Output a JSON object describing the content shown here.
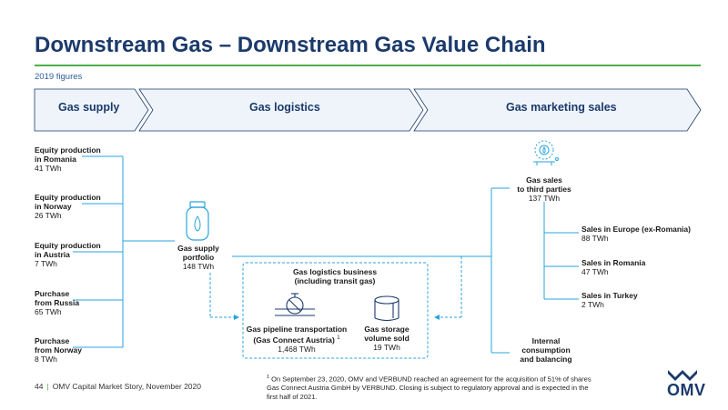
{
  "title": "Downstream Gas – Downstream Gas Value Chain",
  "subtitle": "2019 figures",
  "stages": [
    "Gas supply",
    "Gas logistics",
    "Gas marketing sales"
  ],
  "supply": [
    {
      "label_1": "Equity production",
      "label_2": "in Romania",
      "value": "41 TWh"
    },
    {
      "label_1": "Equity production",
      "label_2": "in Norway",
      "value": "26 TWh"
    },
    {
      "label_1": "Equity production",
      "label_2": "in Austria",
      "value": "7 TWh"
    },
    {
      "label_1": "Purchase",
      "label_2": "from Russia",
      "value": "65 TWh"
    },
    {
      "label_1": "Purchase",
      "label_2": "from Norway",
      "value": "8 TWh"
    }
  ],
  "portfolio": {
    "label_1": "Gas supply",
    "label_2": "portfolio",
    "value": "148 TWh"
  },
  "logistics_business": {
    "label_1": "Gas logistics business",
    "label_2": "(including transit gas)"
  },
  "pipeline": {
    "label_1": "Gas pipeline transportation",
    "label_2": "(Gas Connect Austria)",
    "footnote_mark": "1",
    "value": "1,468 TWh"
  },
  "storage": {
    "label_1": "Gas storage",
    "label_2": "volume sold",
    "value": "19 TWh"
  },
  "third_parties": {
    "label_1": "Gas sales",
    "label_2": "to third parties",
    "value": "137 TWh"
  },
  "sales": [
    {
      "label": "Sales in Europe (ex-Romania)",
      "value": "88 TWh"
    },
    {
      "label": "Sales in Romania",
      "value": "47 TWh"
    },
    {
      "label": "Sales in Turkey",
      "value": "2 TWh"
    }
  ],
  "internal": {
    "label_1": "Internal",
    "label_2": "consumption",
    "label_3": "and balancing"
  },
  "footnote": {
    "mark": "1",
    "text": "On September 23, 2020, OMV and VERBUND reached an agreement for the acquisition of 51% of shares Gas Connect Austria GmbH by VERBUND. Closing is subject to regulatory approval and is expected in the first half of 2021."
  },
  "footer": {
    "page": "44",
    "text": "OMV Capital Market Story, November 2020"
  },
  "logo": "OMV",
  "colors": {
    "title": "#1b3a6b",
    "accent_green": "#4ab04a",
    "line_blue": "#29a3dc",
    "chevron_bg": "#eef4fa"
  }
}
